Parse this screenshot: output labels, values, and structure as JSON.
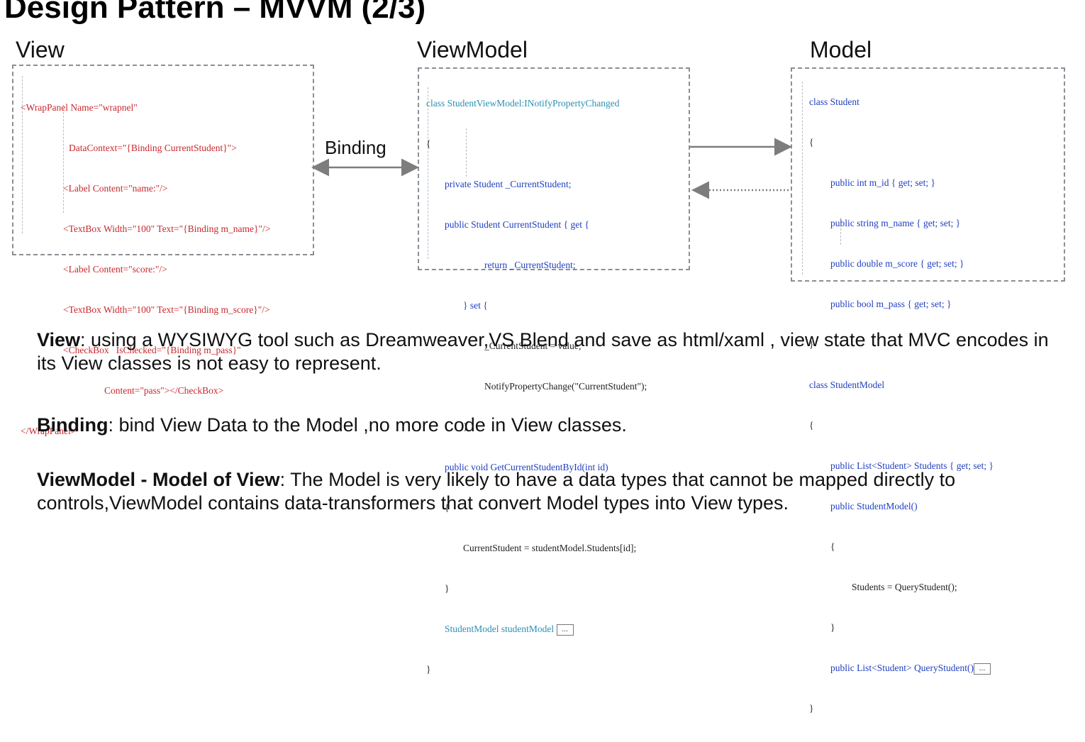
{
  "title": "Design Pattern – MVVM (2/3)",
  "labels": {
    "view": "View",
    "viewmodel": "ViewModel",
    "model": "Model",
    "binding": "Binding"
  },
  "view_code": [
    "<WrapPanel Name=\"wrapnel\"",
    "DataContext=\"{Binding CurrentStudent}\">",
    "<Label Content=\"name:\"/>",
    "<TextBox Width=\"100\" Text=\"{Binding m_name}\"/>",
    "<Label Content=\"score:\"/>",
    "<TextBox Width=\"100\" Text=\"{Binding m_score}\"/>",
    "<CheckBox   IsChecked=\"{Binding m_pass}\"",
    "Content=\"pass\"></CheckBox>",
    "</WrapPanel>"
  ],
  "viewmodel_code": [
    "class StudentViewModel:INotifyPropertyChanged",
    "{",
    "private Student _CurrentStudent;",
    "public Student CurrentStudent { get {",
    "return _CurrentStudent;",
    "} set {",
    "_CurrentStudent = value;",
    "NotifyPropertyChange(\"CurrentStudent\");",
    "}",
    "public void GetCurrentStudentById(int id)",
    "{",
    "CurrentStudent = studentModel.Students[id];",
    "}",
    "StudentModel studentModel",
    "}"
  ],
  "model_code": [
    "class Student",
    "{",
    "public int m_id { get; set; }",
    "public string m_name { get; set; }",
    "public double m_score { get; set; }",
    "public bool m_pass { get; set; }",
    "}",
    "class StudentModel",
    "{",
    "public List<Student> Students { get; set; }",
    "public StudentModel()",
    "{",
    "Students = QueryStudent();",
    "}",
    "public List<Student> QueryStudent()",
    "}"
  ],
  "ellipsis": "...",
  "descriptions": [
    {
      "term": "View",
      "text": ": using a WYSIWYG tool such as Dreamweaver,VS Blend and save as html/xaml , view state that MVC encodes in its View classes is not easy to represent."
    },
    {
      "term": "Binding",
      "text": ": bind View Data to the Model ,no more code in View classes."
    },
    {
      "term": "ViewModel - Model of View",
      "text": ": The Model is very likely to have a data types that cannot be mapped directly to controls,ViewModel contains data-transformers that convert Model types into View types."
    }
  ],
  "colors": {
    "keyword": "#1f3fbf",
    "type": "#2b8fb3",
    "xaml": "#c8282d",
    "border": "#8a8f96"
  }
}
